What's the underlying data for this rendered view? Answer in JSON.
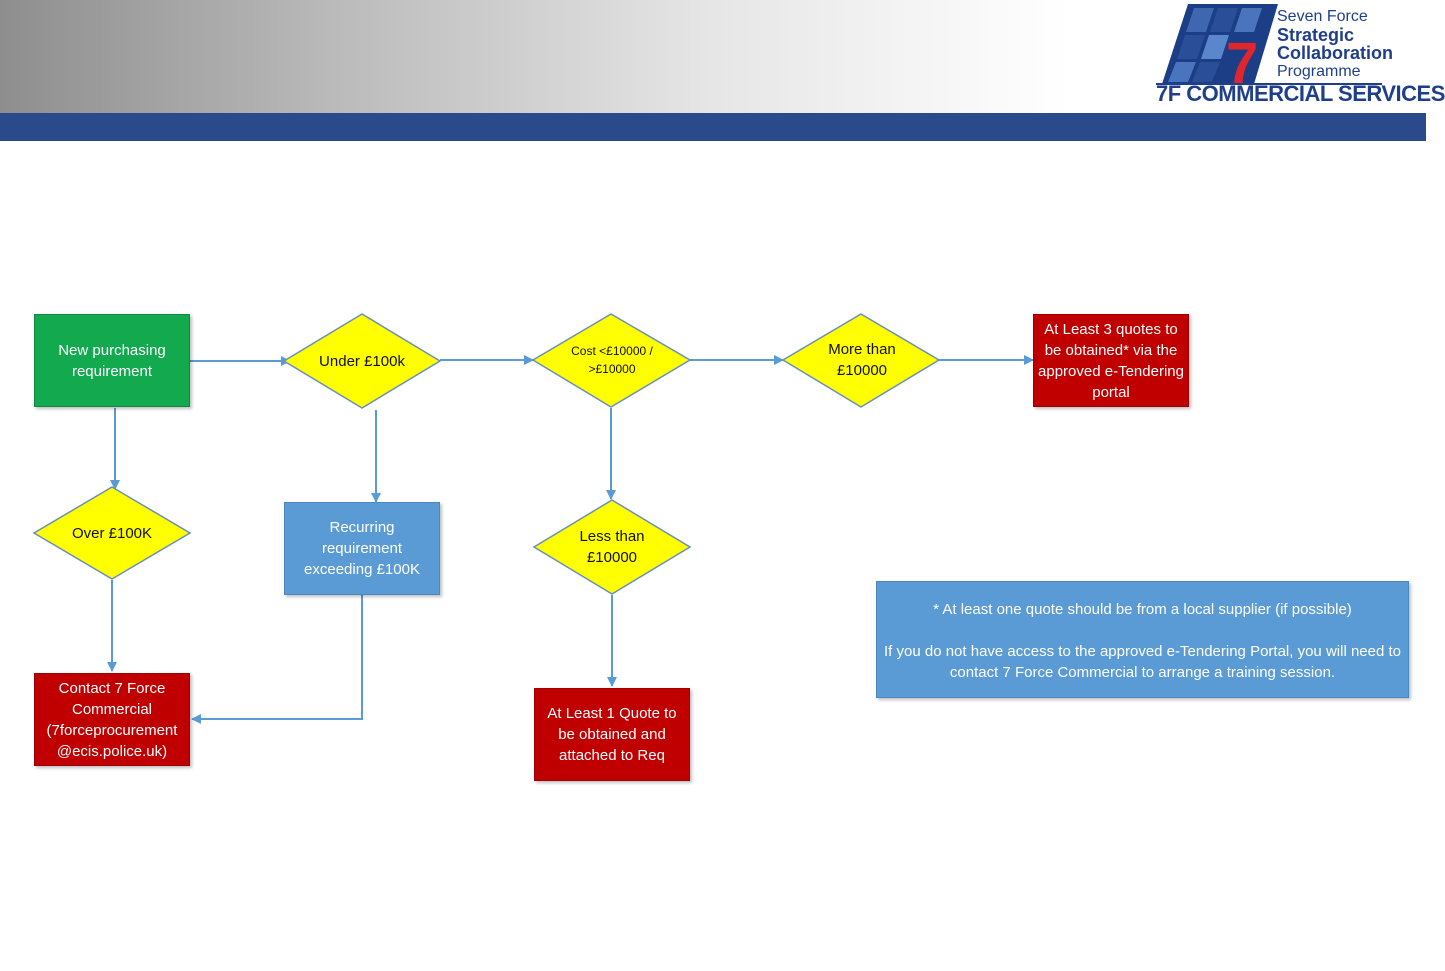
{
  "header": {
    "logo": {
      "line1": "Seven Force",
      "line2": "Strategic",
      "line3": "Collaboration",
      "line4": "Programme",
      "brand": "7F COMMERCIAL SERVICES",
      "mark": "7"
    },
    "colors": {
      "band": "#2b4a8b",
      "logo_text": "#1f3f8a",
      "mark": "#e0262b"
    }
  },
  "diagram": {
    "nodes": {
      "new_requirement": "New purchasing requirement",
      "under_100k": "Under £100k",
      "cost_decision": "Cost <£10000 / >£10000",
      "more_than_10000": "More than £10000",
      "three_quotes": "At Least 3 quotes to be obtained* via the approved e-Tendering portal",
      "over_100k": "Over £100K",
      "recurring": "Recurring requirement exceeding £100K",
      "less_than_10000": "Less than £10000",
      "contact": "Contact 7 Force Commercial (7forceprocurement @ecis.police.uk)",
      "one_quote": "At Least 1 Quote to be obtained and attached to Req"
    },
    "note": {
      "line1": "* At least one quote should be from a local supplier (if possible)",
      "line2": "If you do not have access to the approved e-Tendering Portal, you will need to contact 7 Force Commercial to arrange a training session."
    },
    "colors": {
      "green": "#12a94f",
      "red": "#c00000",
      "blue": "#5b9bd5",
      "decision": "#ffff00",
      "decision_border": "#6b8fb8",
      "arrow": "#5b9bd5"
    }
  }
}
